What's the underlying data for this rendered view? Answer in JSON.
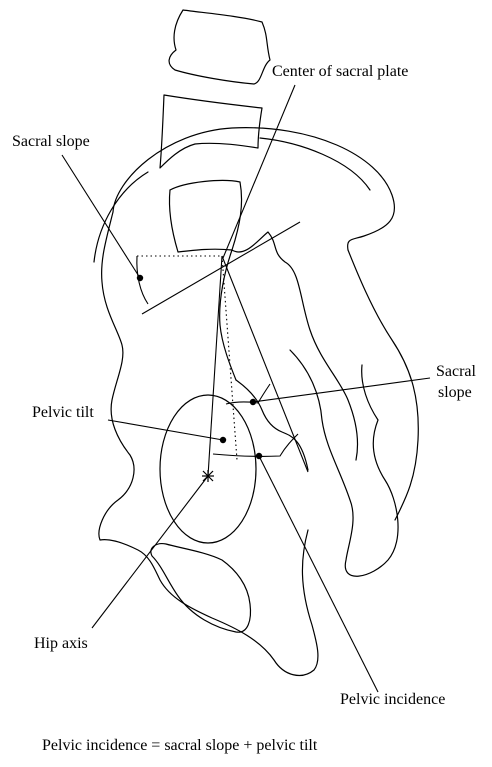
{
  "labels": {
    "center_sacral_plate": "Center of sacral plate",
    "sacral_slope_top": "Sacral slope",
    "sacral_slope_right_line1": "Sacral",
    "sacral_slope_right_line2": "slope",
    "pelvic_tilt": "Pelvic tilt",
    "hip_axis": "Hip axis",
    "pelvic_incidence": "Pelvic incidence"
  },
  "caption": "Pelvic incidence = sacral slope + pelvic tilt"
}
